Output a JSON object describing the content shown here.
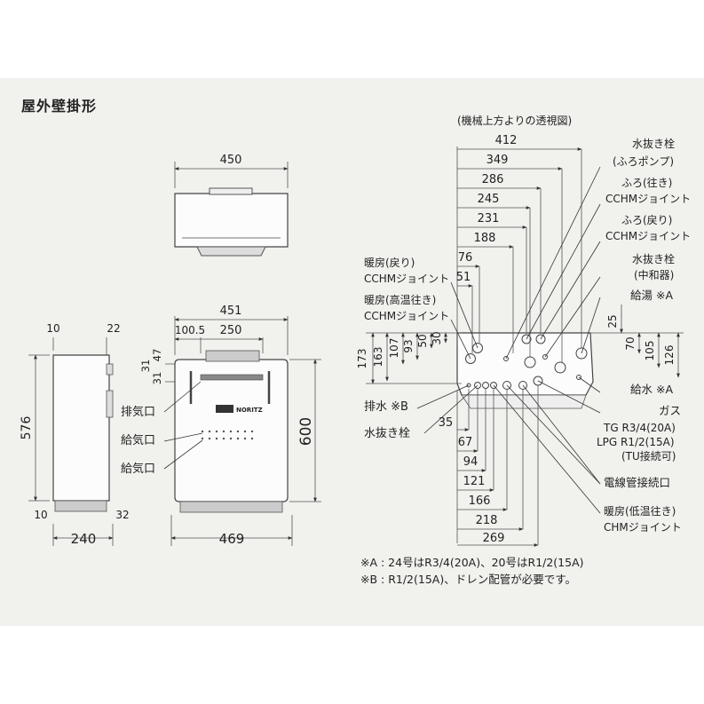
{
  "title": "屋外壁掛形",
  "top_view": {
    "width_label": "450"
  },
  "front_view": {
    "widths": [
      "451",
      "100.5",
      "250",
      "469"
    ],
    "height_label": "600",
    "left_dims": [
      "31",
      "47",
      "31"
    ],
    "labels": [
      "排気口",
      "給気口",
      "給気口"
    ],
    "brand": "NORITZ"
  },
  "side_view": {
    "dims": [
      "10",
      "22",
      "576",
      "10",
      "32",
      "240"
    ]
  },
  "piping_view": {
    "caption": "(機械上方よりの透視図)",
    "top_dims": [
      "412",
      "349",
      "286",
      "245",
      "231",
      "188",
      "76",
      "51"
    ],
    "left_dims": [
      "173",
      "163",
      "107",
      "93",
      "50",
      "30"
    ],
    "right_dims": [
      "25",
      "70",
      "105",
      "126"
    ],
    "bottom_dims": [
      "35",
      "67",
      "94",
      "121",
      "166",
      "218",
      "269"
    ],
    "left_labels": [
      "暖房(戻り)",
      "CCHMジョイント",
      "暖房(高温往き)",
      "CCHMジョイント",
      "排水 ※B",
      "水抜き栓"
    ],
    "right_labels": [
      "水抜き栓",
      "(ふろポンプ)",
      "ふろ(往き)",
      "CCHMジョイント",
      "ふろ(戻り)",
      "CCHMジョイント",
      "水抜き栓",
      "(中和器)",
      "給湯 ※A",
      "給水 ※A",
      "ガス",
      "TG R3/4(20A)",
      "LPG R1/2(15A)",
      "(TU接続可)",
      "電線管接続口",
      "暖房(低温往き)",
      "CHMジョイント"
    ]
  },
  "notes": [
    "※A : 24号はR3/4(20A)、20号はR1/2(15A)",
    "※B : R1/2(15A)、ドレン配管が必要です。"
  ]
}
